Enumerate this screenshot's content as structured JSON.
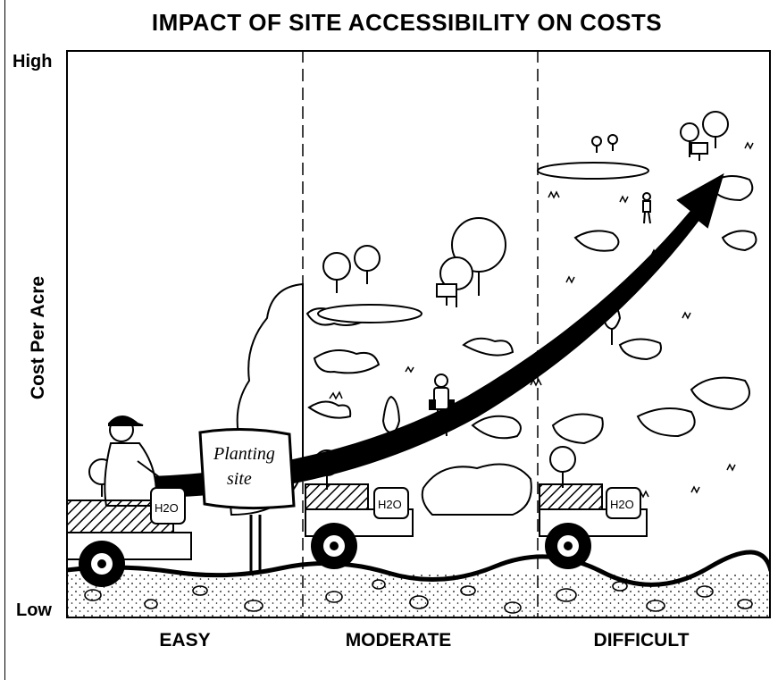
{
  "title": "IMPACT OF SITE ACCESSIBILITY ON COSTS",
  "y_axis": {
    "label": "Cost Per Acre",
    "high": "High",
    "low": "Low"
  },
  "x_axis": {
    "categories": [
      "EASY",
      "MODERATE",
      "DIFFICULT"
    ]
  },
  "sign_text": {
    "line1": "Planting",
    "line2": "site"
  },
  "can_label": "H2O",
  "colors": {
    "ink": "#000000",
    "paper": "#ffffff"
  },
  "icons": [
    "tree-icon",
    "shrub-icon",
    "truck-icon",
    "wheel-icon",
    "sign-icon",
    "person-icon",
    "arrow-icon"
  ]
}
